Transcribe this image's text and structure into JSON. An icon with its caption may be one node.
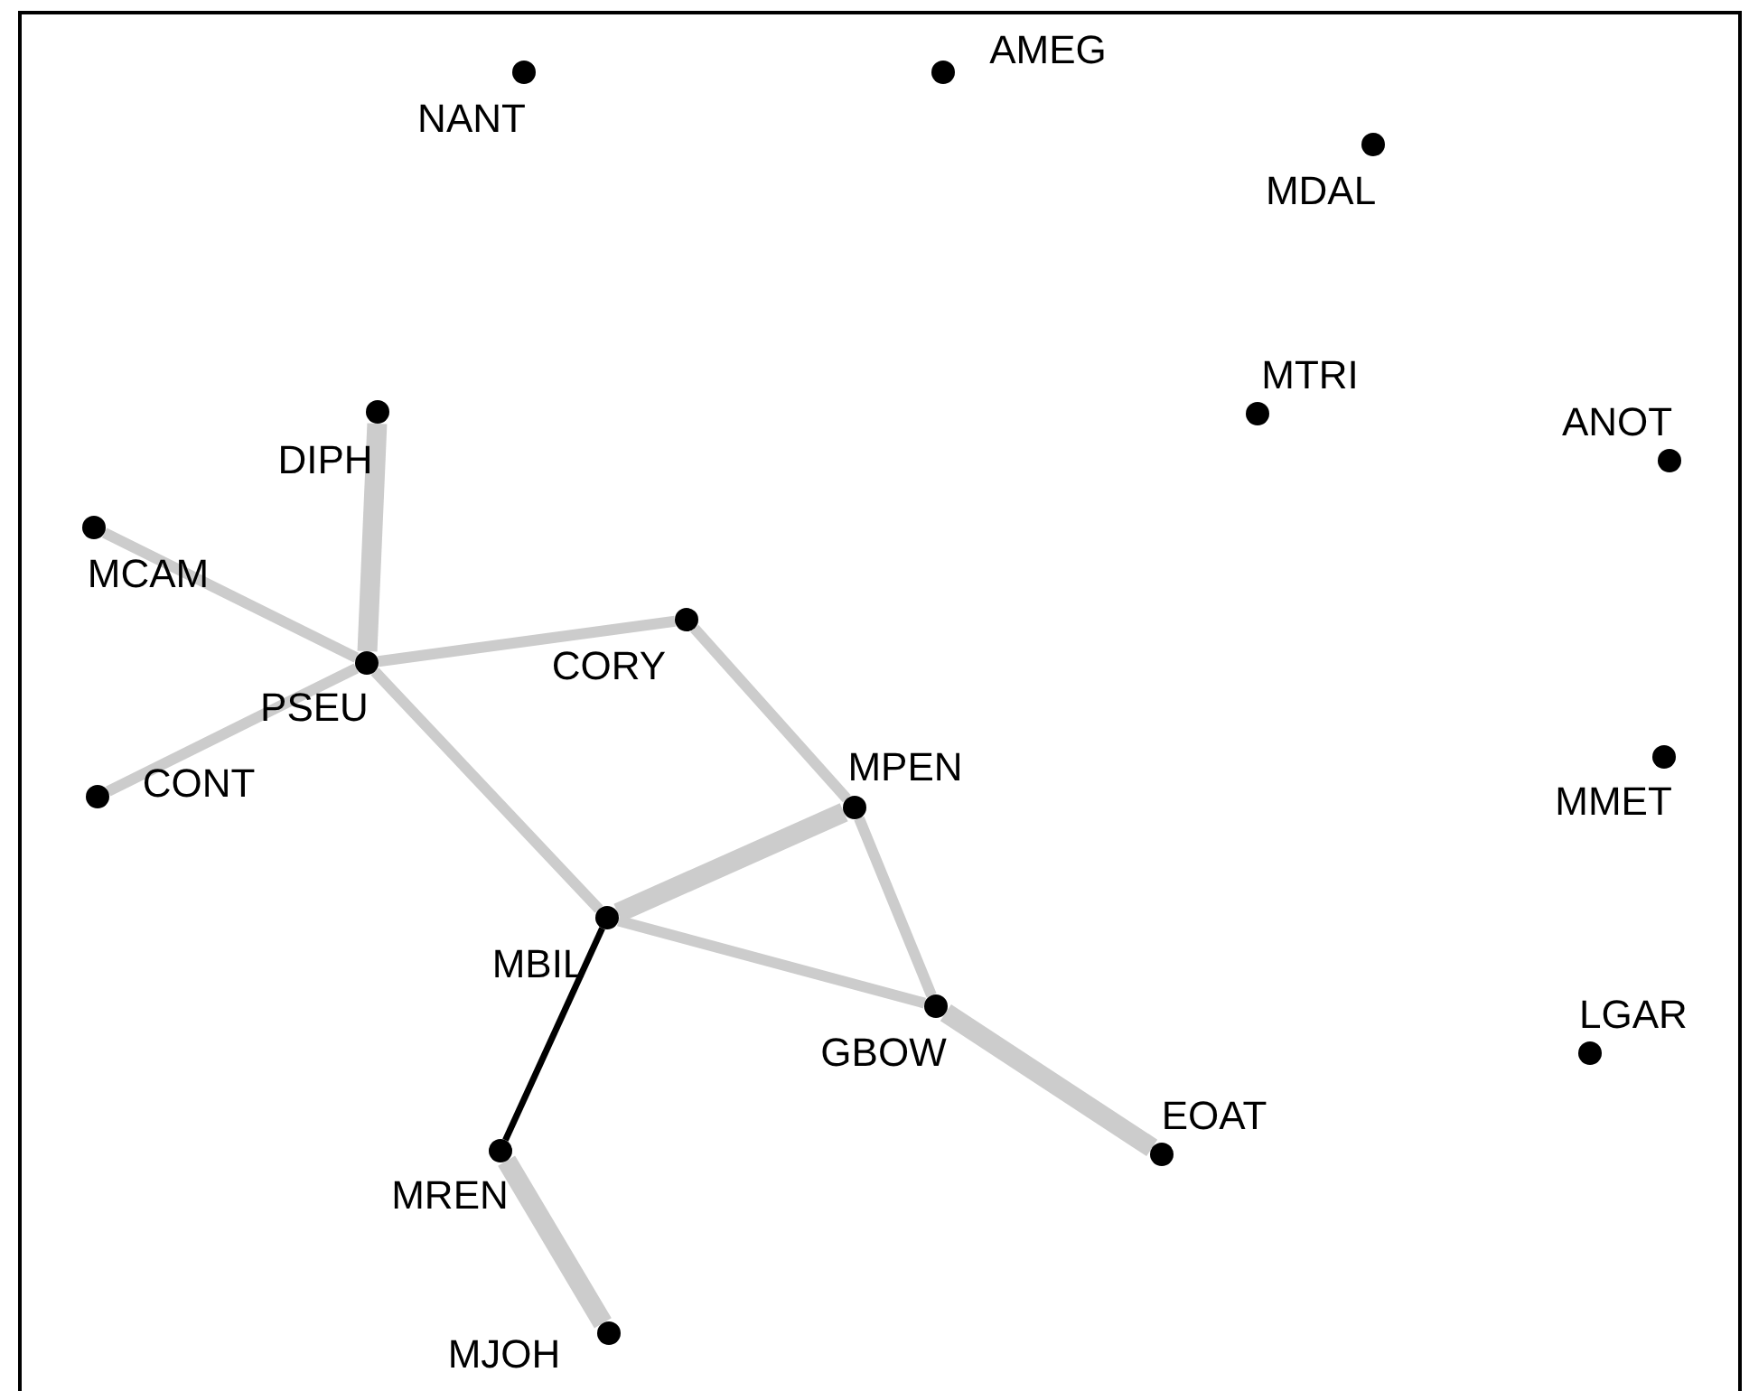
{
  "diagram": {
    "nodes": [
      {
        "text": [],
        "shape": "circle",
        "beside": [
          "NANT"
        ]
      },
      {
        "text": [],
        "shape": "circle",
        "beside": [
          "AMEG"
        ]
      },
      {
        "text": [],
        "shape": "circle",
        "beside": [
          "MDAL"
        ]
      },
      {
        "text": [],
        "shape": "circle",
        "beside": [
          "MTRI"
        ]
      },
      {
        "text": [],
        "shape": "circle",
        "beside": [
          "ANOT"
        ]
      },
      {
        "text": [],
        "shape": "circle",
        "beside": [
          "DIPH"
        ]
      },
      {
        "text": [],
        "shape": "circle",
        "beside": [
          "MCAM"
        ]
      },
      {
        "text": [],
        "shape": "circle",
        "beside": [
          "CORY"
        ]
      },
      {
        "text": [],
        "shape": "circle",
        "beside": [
          "PSEU"
        ]
      },
      {
        "text": [],
        "shape": "circle",
        "beside": [
          "CONT"
        ]
      },
      {
        "text": [],
        "shape": "circle",
        "beside": [
          "MPEN"
        ]
      },
      {
        "text": [],
        "shape": "circle",
        "beside": [
          "MMET"
        ]
      },
      {
        "text": [],
        "shape": "circle",
        "beside": [
          "MBIL"
        ]
      },
      {
        "text": [],
        "shape": "circle",
        "beside": [
          "GBOW"
        ]
      },
      {
        "text": [],
        "shape": "circle",
        "beside": [
          "LGAR"
        ]
      },
      {
        "text": [],
        "shape": "circle",
        "beside": [
          "EOAT"
        ]
      },
      {
        "text": [],
        "shape": "circle",
        "beside": [
          "MREN"
        ]
      },
      {
        "text": [],
        "shape": "circle",
        "beside": [
          "MJOH"
        ]
      }
    ],
    "edges": [
      {
        "from": 5,
        "to": 8,
        "arrow": "none",
        "style": "thick"
      },
      {
        "from": 6,
        "to": 8,
        "arrow": "none"
      },
      {
        "from": 9,
        "to": 8,
        "arrow": "none"
      },
      {
        "from": 8,
        "to": 7,
        "arrow": "none"
      },
      {
        "from": 7,
        "to": 10,
        "arrow": "none"
      },
      {
        "from": 8,
        "to": 12,
        "arrow": "none"
      },
      {
        "from": 12,
        "to": 10,
        "arrow": "none",
        "style": "thick"
      },
      {
        "from": 12,
        "to": 13,
        "arrow": "none"
      },
      {
        "from": 10,
        "to": 13,
        "arrow": "none"
      },
      {
        "from": 13,
        "to": 15,
        "arrow": "none",
        "style": "thick"
      },
      {
        "from": 12,
        "to": 16,
        "arrow": "none",
        "color": "#000000"
      },
      {
        "from": 16,
        "to": 17,
        "arrow": "none",
        "style": "thick"
      }
    ]
  }
}
